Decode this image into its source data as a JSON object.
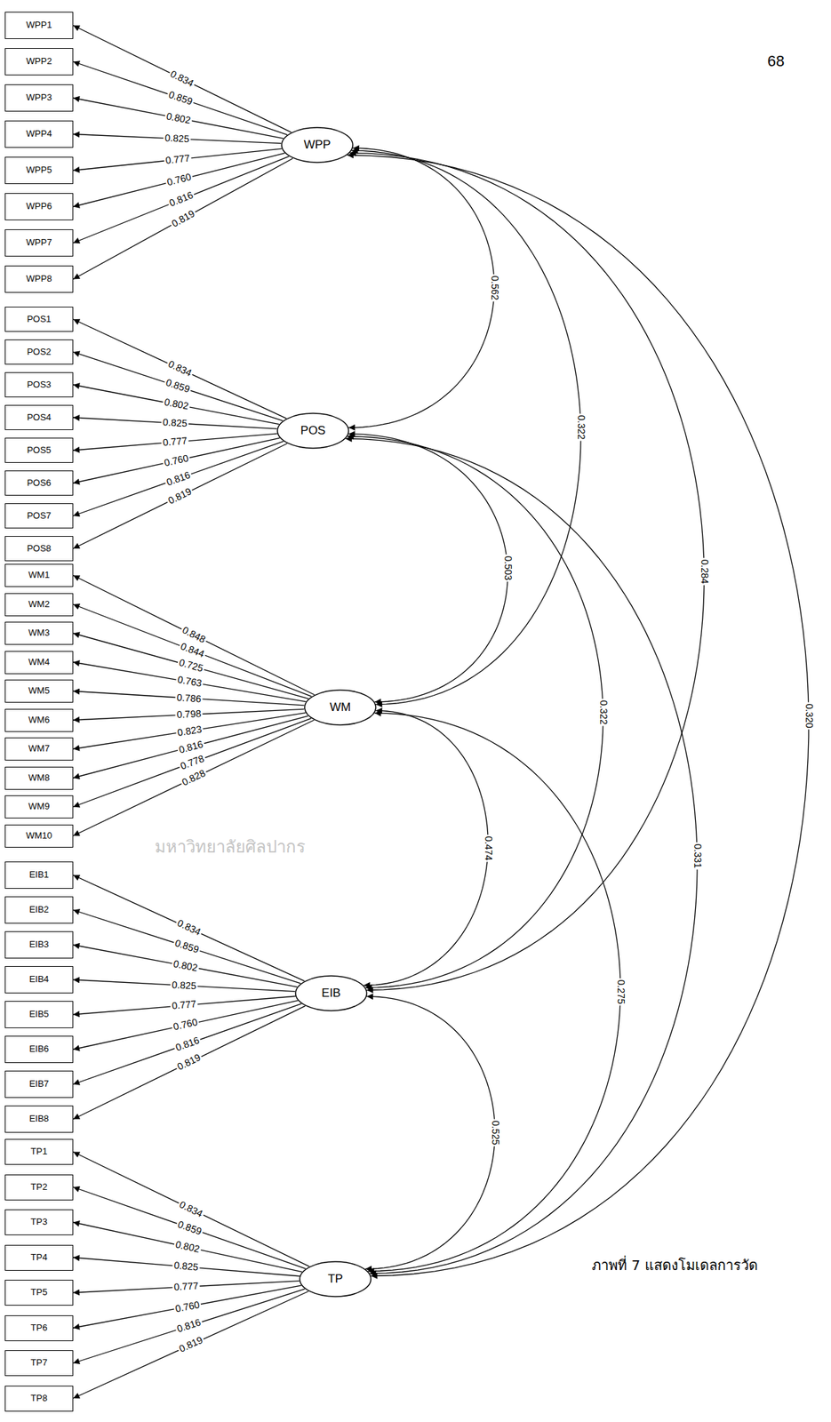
{
  "diagram": {
    "caption": "ภาพที่ 7 แสดงโมเดลการวัด",
    "nodes": [
      {
        "text": [
          "WPP1"
        ]
      },
      {
        "text": [
          "WPP2"
        ]
      },
      {
        "text": [
          "WPP3"
        ]
      },
      {
        "text": [
          "WPP4"
        ]
      },
      {
        "text": [
          "WPP5"
        ]
      },
      {
        "text": [
          "WPP6"
        ]
      },
      {
        "text": [
          "WPP7"
        ]
      },
      {
        "text": [
          "WPP8"
        ]
      },
      {
        "text": [
          "WPP"
        ]
      },
      {
        "text": [
          "POS1"
        ]
      },
      {
        "text": [
          "POS2"
        ]
      },
      {
        "text": [
          "POS3"
        ]
      },
      {
        "text": [
          "POS4"
        ]
      },
      {
        "text": [
          "POS5"
        ]
      },
      {
        "text": [
          "POS6"
        ]
      },
      {
        "text": [
          "POS7"
        ]
      },
      {
        "text": [
          "POS8"
        ]
      },
      {
        "text": [
          "POS"
        ]
      },
      {
        "text": [
          "WM1"
        ]
      },
      {
        "text": [
          "WM2"
        ]
      },
      {
        "text": [
          "WM3"
        ]
      },
      {
        "text": [
          "WM4"
        ]
      },
      {
        "text": [
          "WM5"
        ]
      },
      {
        "text": [
          "WM6"
        ]
      },
      {
        "text": [
          "WM7"
        ]
      },
      {
        "text": [
          "WM8"
        ]
      },
      {
        "text": [
          "WM9"
        ]
      },
      {
        "text": [
          "WM10"
        ]
      },
      {
        "text": [
          "WM"
        ]
      },
      {
        "text": [
          "EIB1"
        ]
      },
      {
        "text": [
          "EIB2"
        ]
      },
      {
        "text": [
          "EIB3"
        ]
      },
      {
        "text": [
          "EIB4"
        ]
      },
      {
        "text": [
          "EIB5"
        ]
      },
      {
        "text": [
          "EIB6"
        ]
      },
      {
        "text": [
          "EIB7"
        ]
      },
      {
        "text": [
          "EIB8"
        ]
      },
      {
        "text": [
          "EIB"
        ]
      },
      {
        "text": [
          "TP1"
        ]
      },
      {
        "text": [
          "TP2"
        ]
      },
      {
        "text": [
          "TP3"
        ]
      },
      {
        "text": [
          "TP4"
        ]
      },
      {
        "text": [
          "TP5"
        ]
      },
      {
        "text": [
          "TP6"
        ]
      },
      {
        "text": [
          "TP7"
        ]
      },
      {
        "text": [
          "TP8"
        ]
      },
      {
        "text": [
          "TP"
        ]
      }
    ],
    "edges": [
      {
        "from": 8,
        "to": 0,
        "arrow": "to",
        "label": "0.834"
      },
      {
        "from": 8,
        "to": 1,
        "arrow": "to",
        "label": "0.859"
      },
      {
        "from": 8,
        "to": 2,
        "arrow": "to",
        "label": "0.802"
      },
      {
        "from": 8,
        "to": 3,
        "arrow": "to",
        "label": "0.825"
      },
      {
        "from": 8,
        "to": 4,
        "arrow": "to",
        "label": "0.777"
      },
      {
        "from": 8,
        "to": 5,
        "arrow": "to",
        "label": "0.760"
      },
      {
        "from": 8,
        "to": 6,
        "arrow": "to",
        "label": "0.816"
      },
      {
        "from": 8,
        "to": 7,
        "arrow": "to",
        "label": "0.819"
      },
      {
        "from": 17,
        "to": 9,
        "arrow": "to",
        "label": "0.834"
      },
      {
        "from": 17,
        "to": 10,
        "arrow": "to",
        "label": "0.859"
      },
      {
        "from": 17,
        "to": 11,
        "arrow": "to",
        "label": "0.802"
      },
      {
        "from": 17,
        "to": 12,
        "arrow": "to",
        "label": "0.825"
      },
      {
        "from": 17,
        "to": 13,
        "arrow": "to",
        "label": "0.777"
      },
      {
        "from": 17,
        "to": 14,
        "arrow": "to",
        "label": "0.760"
      },
      {
        "from": 17,
        "to": 15,
        "arrow": "to",
        "label": "0.816"
      },
      {
        "from": 17,
        "to": 16,
        "arrow": "to",
        "label": "0.819"
      },
      {
        "from": 28,
        "to": 18,
        "arrow": "to",
        "label": "0.848"
      },
      {
        "from": 28,
        "to": 19,
        "arrow": "to",
        "label": "0.844"
      },
      {
        "from": 28,
        "to": 20,
        "arrow": "to",
        "label": "0.725"
      },
      {
        "from": 28,
        "to": 21,
        "arrow": "to",
        "label": "0.763"
      },
      {
        "from": 28,
        "to": 22,
        "arrow": "to",
        "label": "0.786"
      },
      {
        "from": 28,
        "to": 23,
        "arrow": "to",
        "label": "0.798"
      },
      {
        "from": 28,
        "to": 24,
        "arrow": "to",
        "label": "0.823"
      },
      {
        "from": 28,
        "to": 25,
        "arrow": "to",
        "label": "0.816"
      },
      {
        "from": 28,
        "to": 26,
        "arrow": "to",
        "label": "0.778"
      },
      {
        "from": 28,
        "to": 27,
        "arrow": "to",
        "label": "0.828"
      },
      {
        "from": 37,
        "to": 29,
        "arrow": "to",
        "label": "0.834"
      },
      {
        "from": 37,
        "to": 30,
        "arrow": "to",
        "label": "0.859"
      },
      {
        "from": 37,
        "to": 31,
        "arrow": "to",
        "label": "0.802"
      },
      {
        "from": 37,
        "to": 32,
        "arrow": "to",
        "label": "0.825"
      },
      {
        "from": 37,
        "to": 33,
        "arrow": "to",
        "label": "0.777"
      },
      {
        "from": 37,
        "to": 34,
        "arrow": "to",
        "label": "0.760"
      },
      {
        "from": 37,
        "to": 35,
        "arrow": "to",
        "label": "0.816"
      },
      {
        "from": 37,
        "to": 36,
        "arrow": "to",
        "label": "0.819"
      },
      {
        "from": 46,
        "to": 38,
        "arrow": "to",
        "label": "0.834"
      },
      {
        "from": 46,
        "to": 39,
        "arrow": "to",
        "label": "0.859"
      },
      {
        "from": 46,
        "to": 40,
        "arrow": "to",
        "label": "0.802"
      },
      {
        "from": 46,
        "to": 41,
        "arrow": "to",
        "label": "0.825"
      },
      {
        "from": 46,
        "to": 42,
        "arrow": "to",
        "label": "0.777"
      },
      {
        "from": 46,
        "to": 43,
        "arrow": "to",
        "label": "0.760"
      },
      {
        "from": 46,
        "to": 44,
        "arrow": "to",
        "label": "0.816"
      },
      {
        "from": 46,
        "to": 45,
        "arrow": "to",
        "label": "0.819"
      },
      {
        "from": 8,
        "to": 17,
        "arrow": "both",
        "label": "0.562"
      },
      {
        "from": 8,
        "to": 28,
        "arrow": "both",
        "label": "0.322"
      },
      {
        "from": 8,
        "to": 37,
        "arrow": "both",
        "label": "0.284"
      },
      {
        "from": 8,
        "to": 46,
        "arrow": "both",
        "label": "0.320"
      },
      {
        "from": 17,
        "to": 28,
        "arrow": "both",
        "label": "0.503"
      },
      {
        "from": 17,
        "to": 37,
        "arrow": "both",
        "label": "0.322"
      },
      {
        "from": 17,
        "to": 46,
        "arrow": "both",
        "label": "0.331"
      },
      {
        "from": 28,
        "to": 37,
        "arrow": "both",
        "label": "0.474"
      },
      {
        "from": 28,
        "to": 46,
        "arrow": "both",
        "label": "0.275"
      },
      {
        "from": 37,
        "to": 46,
        "arrow": "both",
        "label": "0.525"
      }
    ],
    "labels": [
      "68",
      "มหาวิทยาลัยศิลปากร"
    ]
  }
}
